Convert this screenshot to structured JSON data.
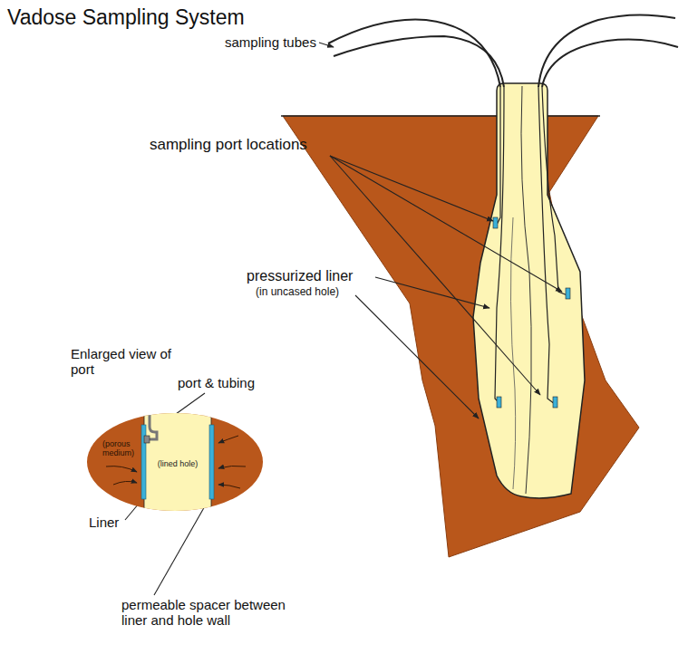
{
  "diagram": {
    "title": "Vadose Sampling System",
    "nodes": [
      {
        "text": [
          "(porous medium)",
          "(lined hole)"
        ]
      }
    ],
    "labels": [
      "sampling tubes",
      "sampling port locations",
      "pressurized liner",
      "(in uncased hole)",
      "Enlarged view of port",
      "port & tubing",
      "Liner",
      "permeable spacer between liner and hole wall"
    ]
  }
}
